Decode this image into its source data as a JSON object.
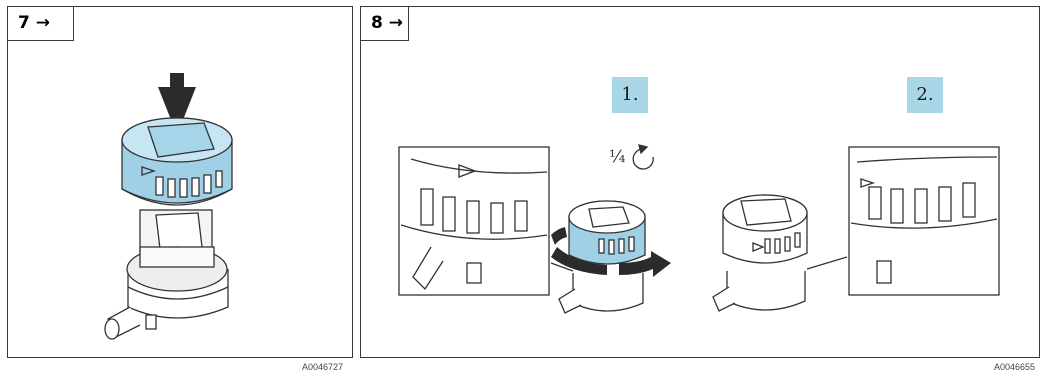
{
  "panels": [
    {
      "step_label": "7 →",
      "code": "A0046727"
    },
    {
      "step_label": "8 →",
      "code": "A0046655",
      "badges": [
        "1.",
        "2."
      ],
      "rotation_text": "¼",
      "rotation_icon": "rotate-counterclockwise-icon"
    }
  ],
  "colors": {
    "cover_blue": "#9fd0e6",
    "badge_bg": "#a9d7e8",
    "arrow": "#2b2b2b",
    "line": "#3a3a3a"
  }
}
